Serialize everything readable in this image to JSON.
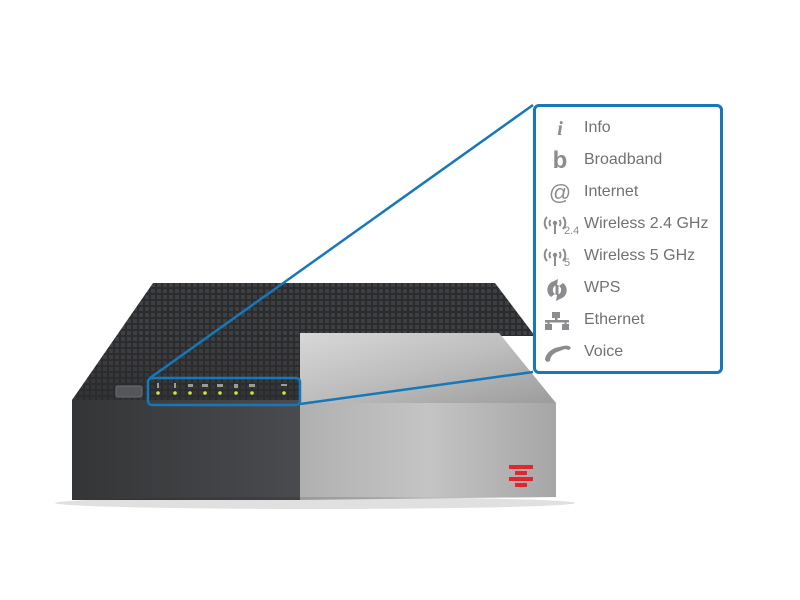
{
  "legend": {
    "items": [
      {
        "icon": "info-icon",
        "label": "Info"
      },
      {
        "icon": "broadband-icon",
        "label": "Broadband"
      },
      {
        "icon": "internet-icon",
        "label": "Internet"
      },
      {
        "icon": "wireless-24-icon",
        "label": "Wireless 2.4 GHz",
        "sub": "2.4"
      },
      {
        "icon": "wireless-5-icon",
        "label": "Wireless 5 GHz",
        "sub": "5"
      },
      {
        "icon": "wps-icon",
        "label": "WPS"
      },
      {
        "icon": "ethernet-icon",
        "label": "Ethernet"
      },
      {
        "icon": "voice-icon",
        "label": "Voice"
      }
    ]
  },
  "colors": {
    "callout": "#1678b8",
    "led": "#d8e23a",
    "brand": "#e3262b",
    "body_dark": "#3c3d3f",
    "body_silver": "#b9b9b9"
  }
}
